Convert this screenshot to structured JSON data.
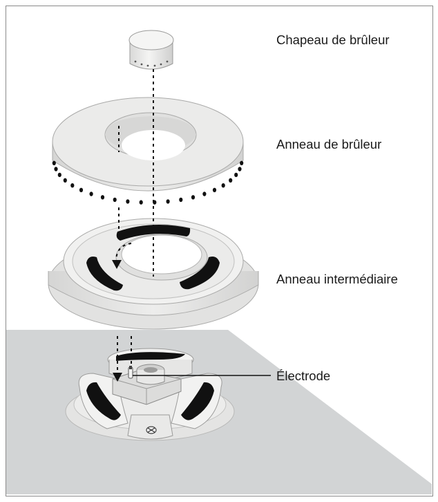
{
  "labels": {
    "burner_cap": "Chapeau de brûleur",
    "burner_ring": "Anneau de brûleur",
    "intermediate_ring": "Anneau intermédiaire",
    "electrode": "Électrode"
  },
  "colors": {
    "frame": "#8a8a8a",
    "countertop": "#d2d4d5",
    "part_light": "#efefee",
    "part_mid": "#e0e0df",
    "part_shadow": "#c6c6c5",
    "outline": "#8c8c8c",
    "slot": "#111111",
    "guide_line": "#111111"
  },
  "icons": [
    "burner-cap-icon",
    "burner-ring-icon",
    "intermediate-ring-icon",
    "burner-base-icon",
    "electrode-icon",
    "screw-icon"
  ]
}
